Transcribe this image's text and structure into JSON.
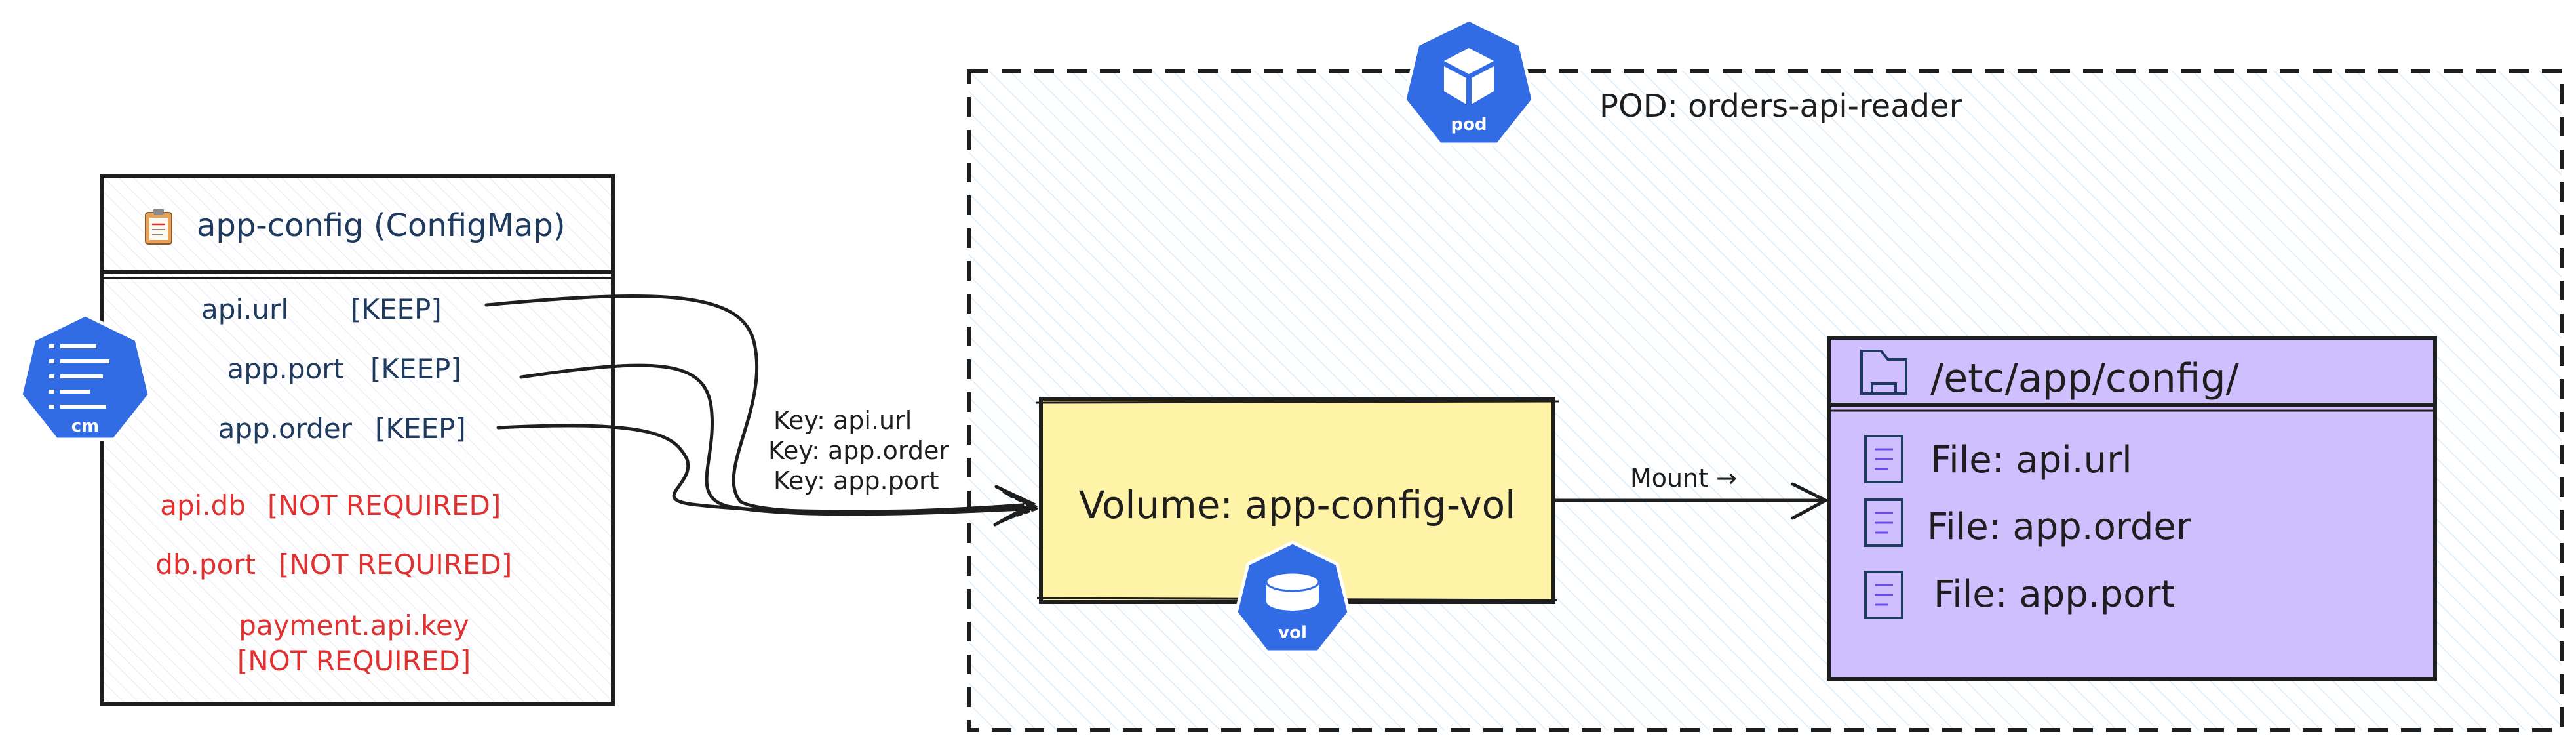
{
  "configmap": {
    "title": "app-config (ConfigMap)",
    "keep_keys": [
      {
        "name": "api.url",
        "tag": "[KEEP]"
      },
      {
        "name": "app.port",
        "tag": "[KEEP]"
      },
      {
        "name": "app.order",
        "tag": "[KEEP]"
      }
    ],
    "not_required_keys": [
      {
        "name": "api.db",
        "tag": "[NOT REQUIRED]"
      },
      {
        "name": "db.port",
        "tag": "[NOT REQUIRED]"
      },
      {
        "name": "payment.api.key",
        "tag": "[NOT REQUIRED]"
      }
    ],
    "icon_label": "cm"
  },
  "key_labels": [
    "Key: api.url",
    "Key: app.order",
    "Key: app.port"
  ],
  "pod": {
    "title": "POD: orders-api-reader",
    "icon_label": "pod"
  },
  "volume": {
    "title": "Volume: app-config-vol",
    "icon_label": "vol"
  },
  "mount_label": "Mount →",
  "mount_dir": {
    "title": "/etc/app/config/",
    "files": [
      "File: api.url",
      "File: app.order",
      "File: app.port"
    ]
  },
  "colors": {
    "k8s_blue": "#326ce5",
    "navy": "#1e3a5f",
    "red": "#e03131",
    "volume_fill": "#fff3a8",
    "dir_fill": "#d0bfff",
    "pod_hatch": "#a5d8ff"
  }
}
